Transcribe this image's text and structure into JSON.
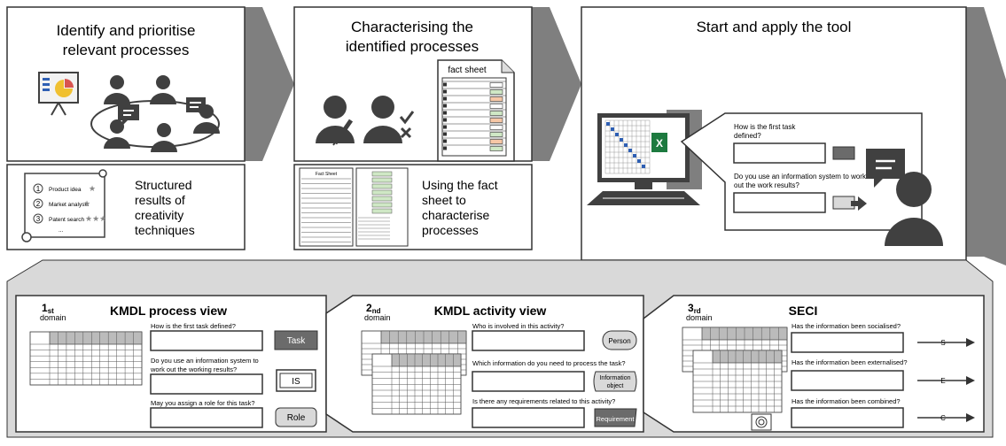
{
  "steps": [
    {
      "title_line1": "Identify and prioritise",
      "title_line2": "relevant processes",
      "sub_text": [
        "Structured",
        "results of",
        "creativity",
        "techniques"
      ],
      "list": [
        "Product idea",
        "Market analysis",
        "Patent search",
        "..."
      ],
      "list_numbers": [
        "1",
        "2",
        "3"
      ]
    },
    {
      "title_line1": "Characterising the",
      "title_line2": "identified processes",
      "fact_sheet_label": "fact sheet",
      "small_sheet_title": "Fact Sheet",
      "sub_text": [
        "Using the fact",
        "sheet to",
        "characterise",
        "processes"
      ]
    },
    {
      "title": "Start and apply the tool",
      "q1": "How is the first task",
      "q1b": "defined?",
      "q2": "Do you use an information system to work",
      "q2b": "out the work results?"
    }
  ],
  "domains": [
    {
      "num": "1",
      "sup": "st",
      "label": "domain",
      "title": "KMDL process view",
      "questions": [
        "How is the first task defined?",
        "Do you use an information system to",
        "work out the working results?",
        "May you assign a role for this task?"
      ],
      "tags": [
        "Task",
        "IS",
        "Role"
      ]
    },
    {
      "num": "2",
      "sup": "nd",
      "label": "domain",
      "title": "KMDL activity view",
      "questions": [
        "Who is involved in this activity?",
        "Which information do you need to process the task?",
        "Is there any requirements related to this activity?"
      ],
      "tags": [
        "Person",
        "Information",
        "object",
        "Requirement"
      ]
    },
    {
      "num": "3",
      "sup": "rd",
      "label": "domain",
      "title": "SECI",
      "questions": [
        "Has the information been socialised?",
        "Has the information been externalised?",
        "Has the information been combined?"
      ],
      "arrow_letters": [
        "S",
        "E",
        "C"
      ]
    }
  ],
  "colors": {
    "panel_border": "#333333",
    "chevron_fill": "#7f7f7f",
    "bottom_bg": "#d9d9d9",
    "icon": "#404040",
    "tag_dark": "#6b6b6b",
    "tag_light": "#d9d9d9",
    "excel_green": "#1d7a3f",
    "pie_blue": "#2e5fb3",
    "pie_red": "#d9534f",
    "pie_yellow": "#f0c030"
  }
}
